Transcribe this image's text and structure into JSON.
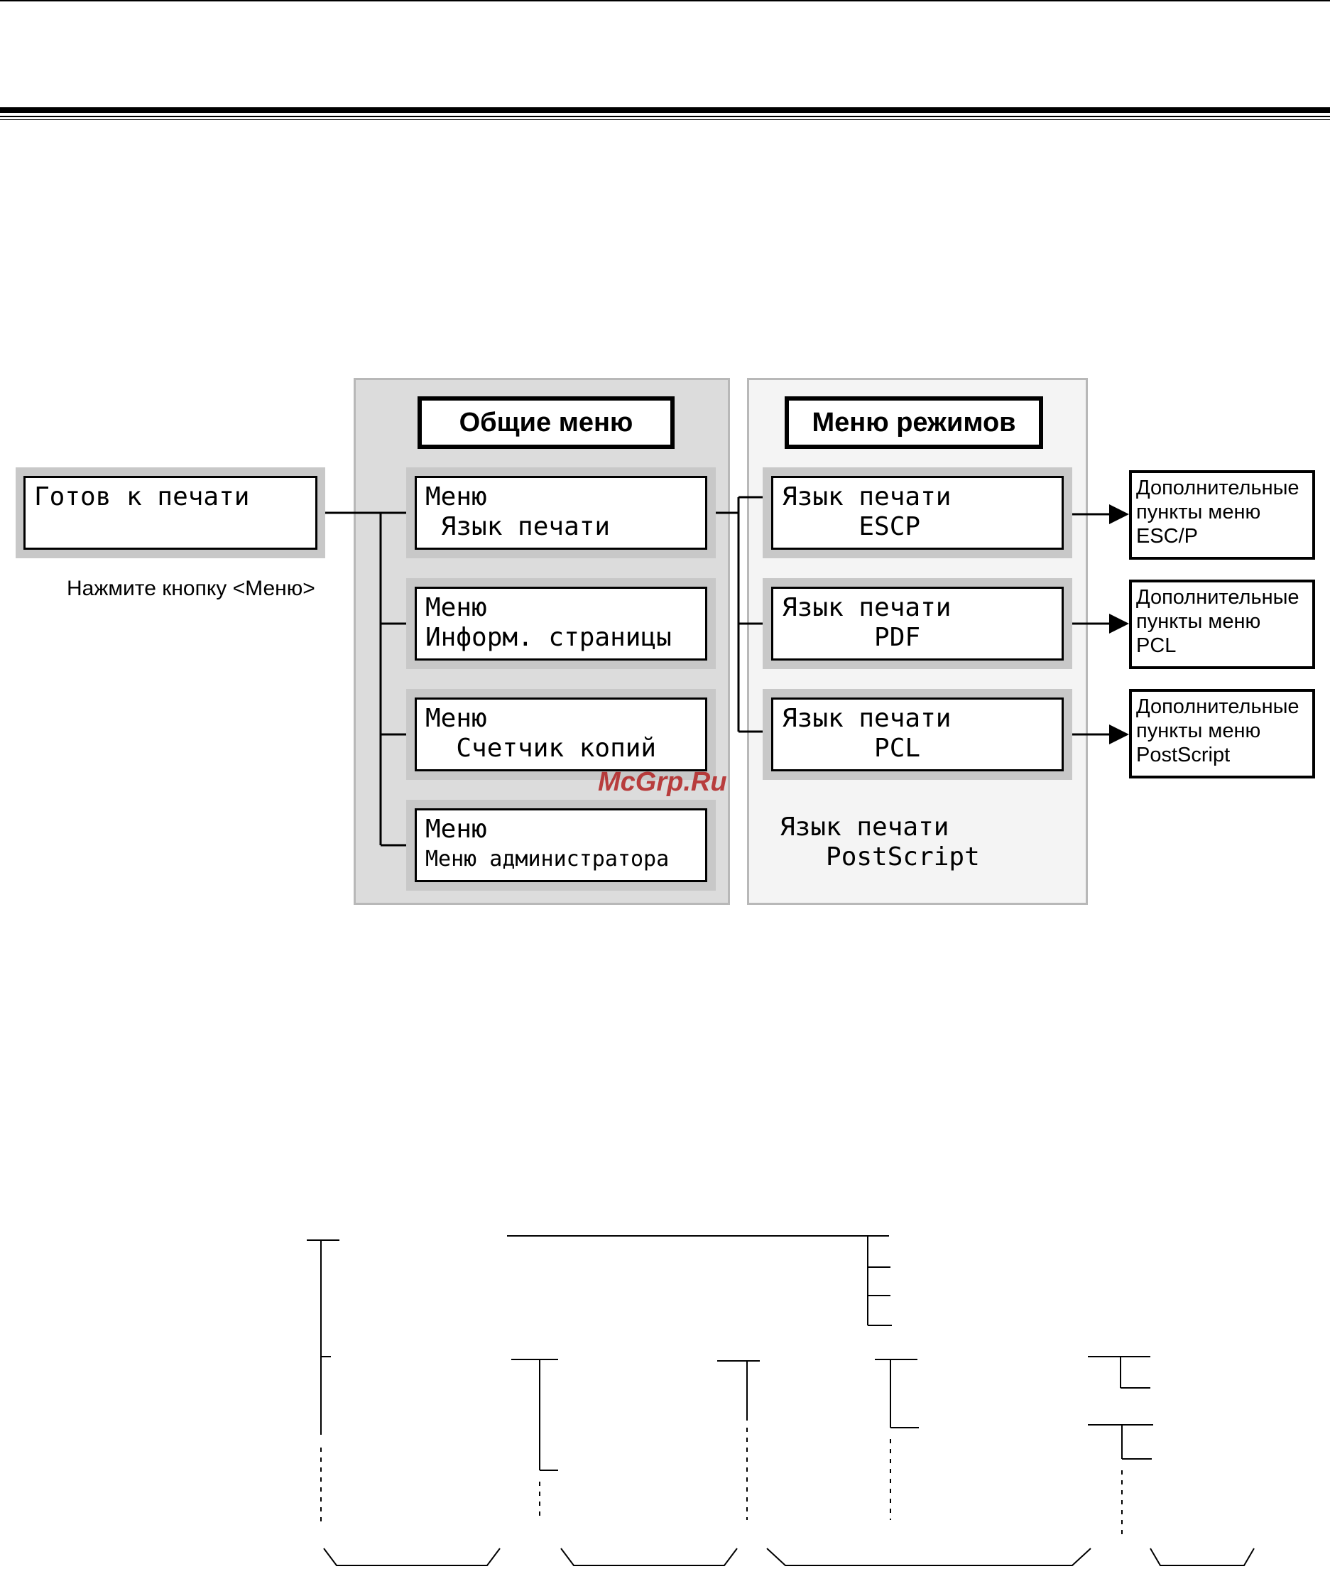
{
  "diagram": {
    "general_header": "Общие меню",
    "modes_header": "Меню режимов",
    "ready": {
      "line1": "Готов к печати",
      "line2": ""
    },
    "caption": "Нажмите кнопку <Меню>",
    "general_items": [
      {
        "line1": "Меню",
        "line2": " Язык печати"
      },
      {
        "line1": "Меню",
        "line2": "Информ. страницы"
      },
      {
        "line1": "Меню",
        "line2": "  Счетчик копий"
      },
      {
        "line1": "Меню",
        "line2": "Меню администратора"
      }
    ],
    "mode_items": [
      {
        "line1": "Язык печати",
        "line2": "     ESCP"
      },
      {
        "line1": "Язык печати",
        "line2": "      PDF"
      },
      {
        "line1": "Язык печати",
        "line2": "      PCL"
      }
    ],
    "mode_plain": {
      "line1": "Язык печати",
      "line2": "   PostScript"
    },
    "extra_items": [
      {
        "l1": "Дополнительные",
        "l2": "пункты меню",
        "l3": "ESC/P"
      },
      {
        "l1": "Дополнительные",
        "l2": "пункты меню",
        "l3": "PCL"
      },
      {
        "l1": "Дополнительные",
        "l2": "пункты меню",
        "l3": "PostScript"
      }
    ],
    "watermark": "McGrp.Ru"
  }
}
